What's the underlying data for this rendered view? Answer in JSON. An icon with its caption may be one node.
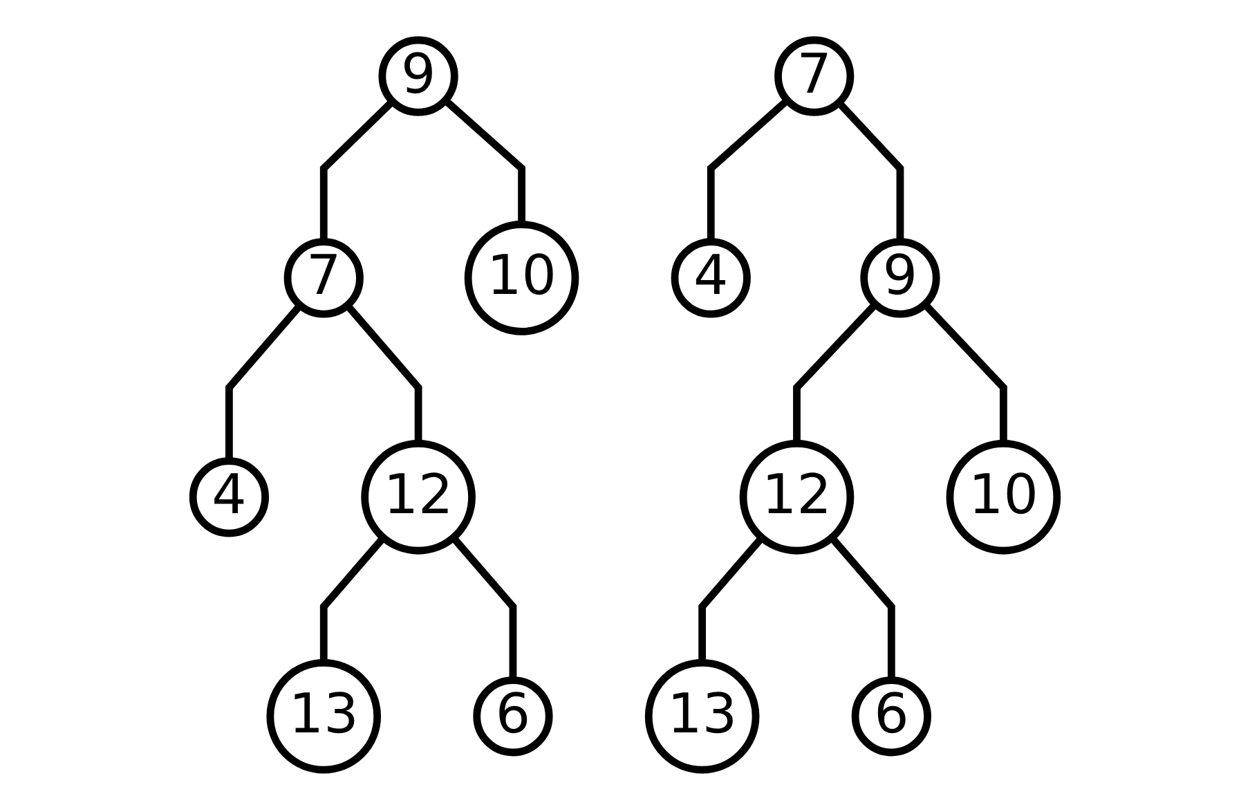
{
  "diagram": {
    "nodes": [
      {
        "text": [
          "9"
        ]
      },
      {
        "text": [
          "7"
        ]
      },
      {
        "text": [
          "10"
        ]
      },
      {
        "text": [
          "4"
        ]
      },
      {
        "text": [
          "12"
        ]
      },
      {
        "text": [
          "13"
        ]
      },
      {
        "text": [
          "6"
        ]
      },
      {
        "text": [
          "7"
        ]
      },
      {
        "text": [
          "4"
        ]
      },
      {
        "text": [
          "9"
        ]
      },
      {
        "text": [
          "12"
        ]
      },
      {
        "text": [
          "10"
        ]
      },
      {
        "text": [
          "13"
        ]
      },
      {
        "text": [
          "6"
        ]
      }
    ],
    "edges": [
      {
        "from": 0,
        "to": 1,
        "arrow": "none"
      },
      {
        "from": 0,
        "to": 2,
        "arrow": "none"
      },
      {
        "from": 1,
        "to": 3,
        "arrow": "none"
      },
      {
        "from": 1,
        "to": 4,
        "arrow": "none"
      },
      {
        "from": 4,
        "to": 5,
        "arrow": "none"
      },
      {
        "from": 4,
        "to": 6,
        "arrow": "none"
      },
      {
        "from": 7,
        "to": 8,
        "arrow": "none"
      },
      {
        "from": 7,
        "to": 9,
        "arrow": "none"
      },
      {
        "from": 9,
        "to": 10,
        "arrow": "none"
      },
      {
        "from": 9,
        "to": 11,
        "arrow": "none"
      },
      {
        "from": 10,
        "to": 12,
        "arrow": "none"
      },
      {
        "from": 10,
        "to": 13,
        "arrow": "none"
      }
    ]
  }
}
